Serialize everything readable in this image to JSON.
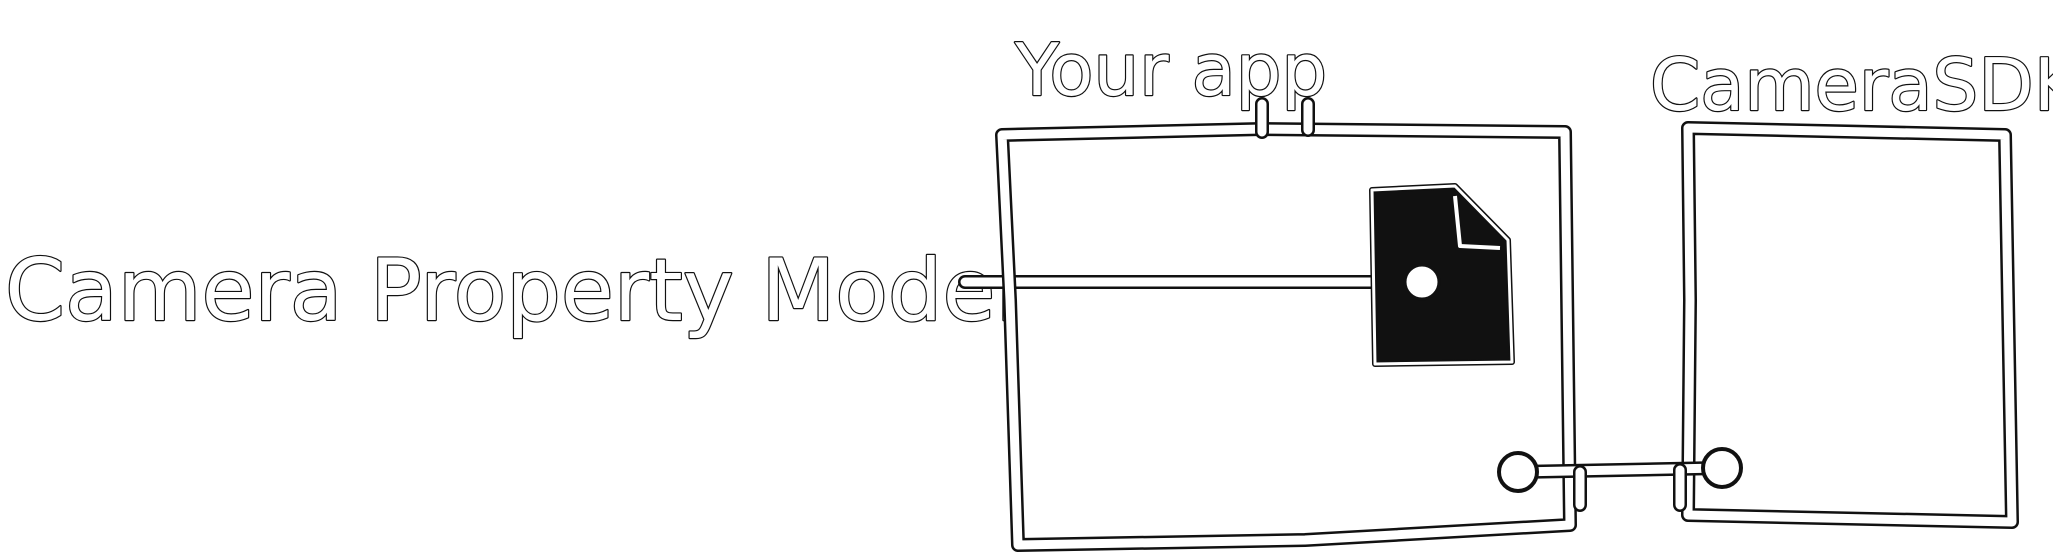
{
  "labels": {
    "left_model": "Camera Property Model",
    "app_title": "Your app",
    "sdk_title": "CameraSDK"
  },
  "icons": {
    "document": "document-icon"
  },
  "colors": {
    "ink": "#111111",
    "paper": "#ffffff"
  }
}
